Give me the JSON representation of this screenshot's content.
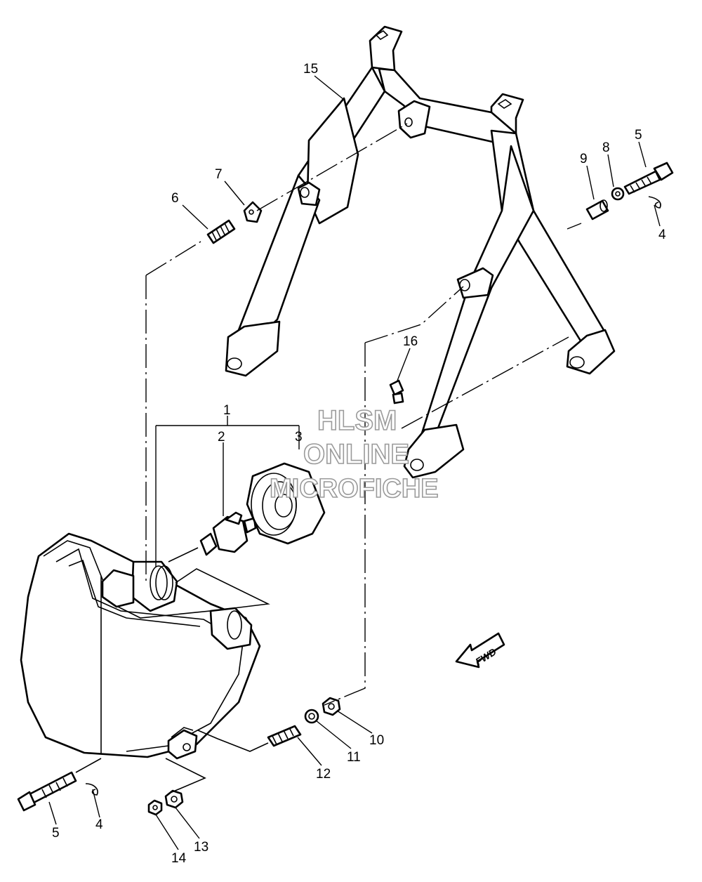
{
  "watermark": {
    "line1": "HLSM",
    "line2": "ONLINE",
    "line3": "MICROFICHE"
  },
  "direction_label": "FWD",
  "callouts": [
    {
      "id": "c15",
      "text": "15"
    },
    {
      "id": "c7",
      "text": "7"
    },
    {
      "id": "c6",
      "text": "6"
    },
    {
      "id": "c9",
      "text": "9"
    },
    {
      "id": "c8",
      "text": "8"
    },
    {
      "id": "c5a",
      "text": "5"
    },
    {
      "id": "c4a",
      "text": "4"
    },
    {
      "id": "c16",
      "text": "16"
    },
    {
      "id": "c1",
      "text": "1"
    },
    {
      "id": "c2",
      "text": "2"
    },
    {
      "id": "c3",
      "text": "3"
    },
    {
      "id": "c10",
      "text": "10"
    },
    {
      "id": "c11",
      "text": "11"
    },
    {
      "id": "c12",
      "text": "12"
    },
    {
      "id": "c5b",
      "text": "5"
    },
    {
      "id": "c4b",
      "text": "4"
    },
    {
      "id": "c13",
      "text": "13"
    },
    {
      "id": "c14",
      "text": "14"
    }
  ]
}
